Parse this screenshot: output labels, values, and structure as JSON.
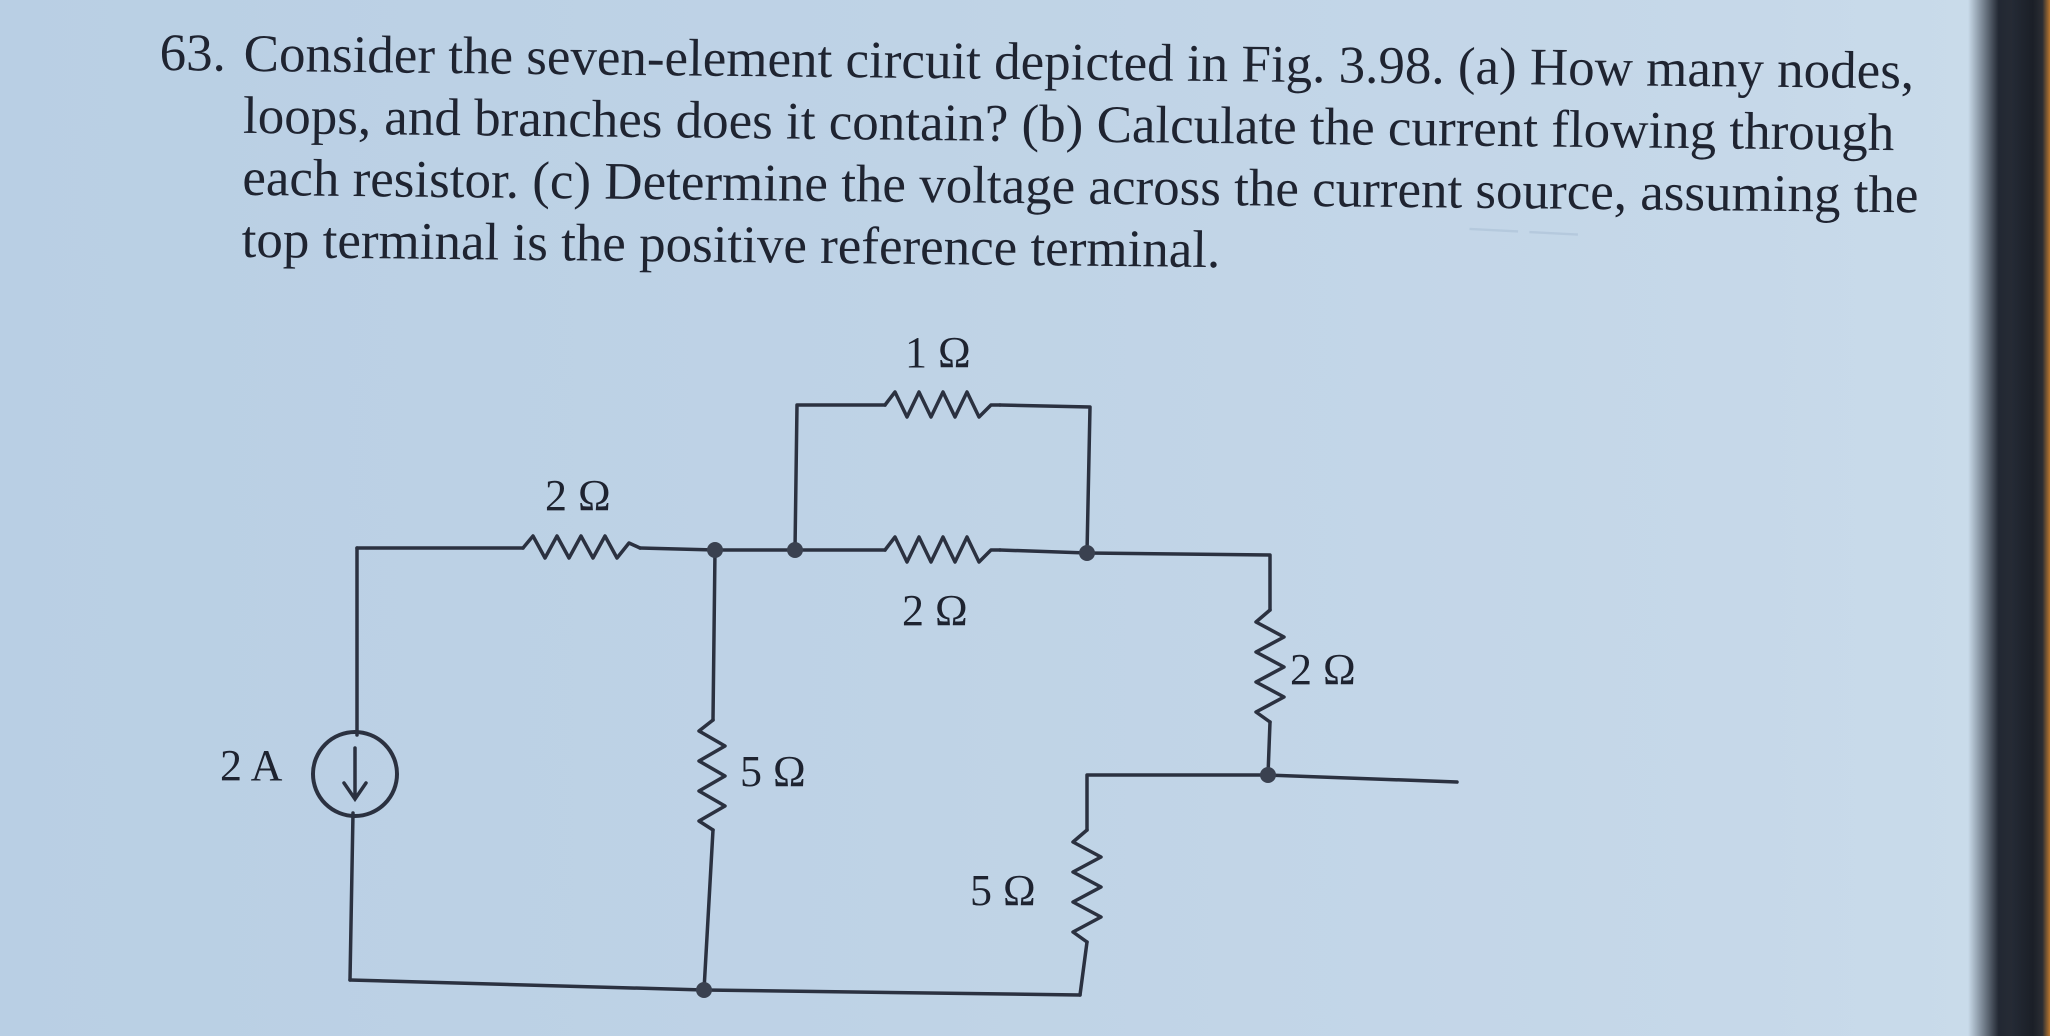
{
  "problem": {
    "number": "63.",
    "lines": [
      "Consider the seven-element circuit depicted in Fig. 3.98. (a) How many nodes,",
      "loops, and branches does it contain? (b) Calculate the current flowing through",
      "each resistor. (c) Determine the voltage across the current source, assuming the",
      "top terminal is the positive reference terminal."
    ]
  },
  "circuit": {
    "current_source": "2 A",
    "resistor_top_left": "2 Ω",
    "resistor_top_parallel": "1 Ω",
    "resistor_mid_parallel": "2 Ω",
    "resistor_middle_vertical": "5 Ω",
    "resistor_right_vertical": "2 Ω",
    "resistor_bottom_right": "5 Ω"
  },
  "colors": {
    "ink": "#1e2330",
    "wire": "#2b3140",
    "background": "#bfd3e6"
  }
}
